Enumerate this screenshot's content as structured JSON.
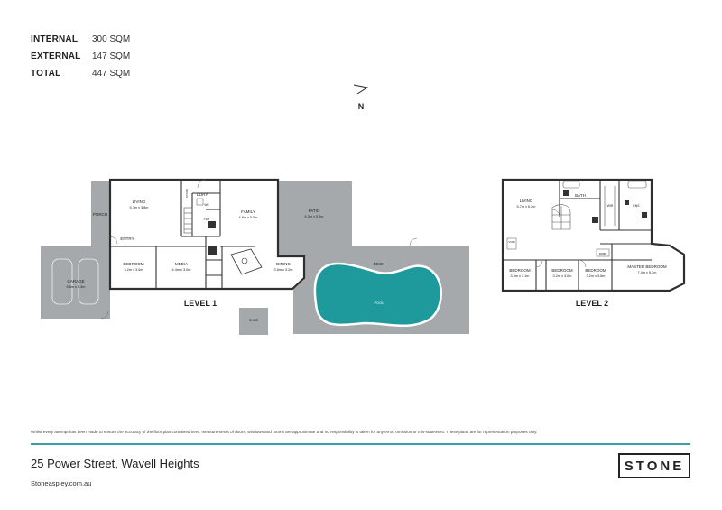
{
  "areas": [
    {
      "label": "INTERNAL",
      "value": "300 SQM"
    },
    {
      "label": "EXTERNAL",
      "value": "147 SQM"
    },
    {
      "label": "TOTAL",
      "value": "447 SQM"
    }
  ],
  "compass": {
    "letter": "N"
  },
  "level1": {
    "title": "LEVEL 1",
    "rooms": {
      "porch": "PORCH",
      "living": "LIVING",
      "living_dim": "5.7m x 3.8m",
      "entry": "ENTRY",
      "bedroom": "BEDROOM",
      "bedroom_dim": "3.2m x 3.0m",
      "media": "MEDIA",
      "media_dim": "4.4m x 3.0m",
      "laundry": "L'DRY",
      "store": "STORE",
      "family": "FAMILY",
      "family_dim": "4.8m x 5.5m",
      "patio": "PATIO",
      "patio_dim": "6.3m x 5.3m",
      "dining": "DINING",
      "dining_dim": "3.6m x 3.2m",
      "deck": "DECK",
      "pool": "POOL",
      "garage": "GARAGE",
      "garage_dim": "6.6m x 6.3m",
      "shed": "SHED",
      "wc": "WC",
      "pdr": "PDR"
    }
  },
  "level2": {
    "title": "LEVEL 2",
    "rooms": {
      "living": "LIVING",
      "living_dim": "5.7m x 6.2m",
      "bath": "BATH",
      "wir": "WIR",
      "ens": "ENS",
      "void": "VOID",
      "bed1": "BEDROOM",
      "bed1_dim": "3.3m x 3.1m",
      "bed2": "BEDROOM",
      "bed2_dim": "3.2m x 3.0m",
      "bed3": "BEDROOM",
      "bed3_dim": "3.2m x 3.6m",
      "master": "MASTER BEDROOM",
      "master_dim": "7.4m x 5.3m",
      "robe": "ROBE"
    }
  },
  "disclaimer": "Whilst every attempt has been made to ensure the accuracy of the floor plan contained here, measurements of doors, windows and rooms are approximate and no responsibility is taken for any error, omission or mis-statement. These plans are for representation purposes only.",
  "address": "25 Power Street, Wavell Heights",
  "website": "Stoneaspley.com.au",
  "logo_text": "STONE",
  "colors": {
    "teal_accent": "#3a9fa6",
    "pool": "#1f9a9c",
    "external_area": "#a5a9ab",
    "wall": "#2f2f2f"
  }
}
